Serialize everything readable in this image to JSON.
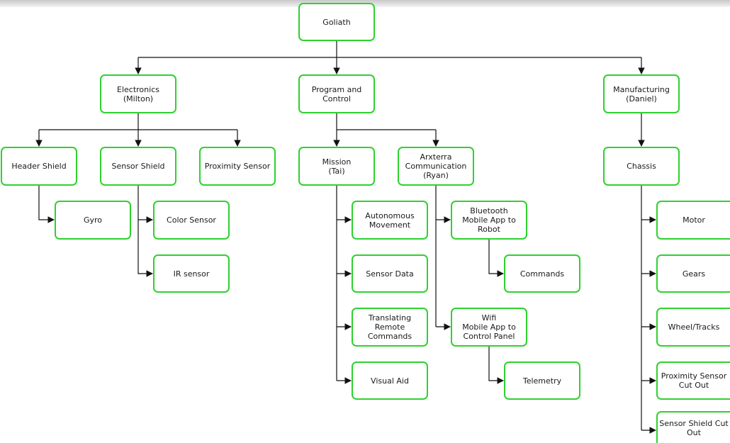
{
  "diagram": {
    "root": "Goliath",
    "teams": {
      "electronics": "Electronics\n(Milton)",
      "program": "Program and\nControl",
      "manufacturing": "Manufacturing\n(Daniel)"
    },
    "electronics_items": {
      "header_shield": "Header Shield",
      "sensor_shield": "Sensor Shield",
      "proximity_sensor": "Proximity Sensor",
      "gyro": "Gyro",
      "color_sensor": "Color Sensor",
      "ir_sensor": "IR sensor"
    },
    "program_items": {
      "mission": "Mission\n(Tai)",
      "arxterra": "Arxterra\nCommunication\n(Ryan)",
      "autonomous_movement": "Autonomous\nMovement",
      "sensor_data": "Sensor Data",
      "translating_remote_commands": "Translating\nRemote Commands",
      "visual_aid": "Visual Aid",
      "bluetooth_app": "Bluetooth\nMobile App to\nRobot",
      "commands": "Commands",
      "wifi_app": "Wifi\nMobile App to\nControl Panel",
      "telemetry": "Telemetry"
    },
    "manufacturing_items": {
      "chassis": "Chassis",
      "motor": "Motor",
      "gears": "Gears",
      "wheel_tracks": "Wheel/Tracks",
      "proximity_cut_out": "Proximity Sensor\nCut Out",
      "sensor_shield_cut_out": "Sensor Shield Cut\nOut"
    }
  },
  "colors": {
    "node_border": "#2fd12f",
    "edge": "#111111"
  }
}
